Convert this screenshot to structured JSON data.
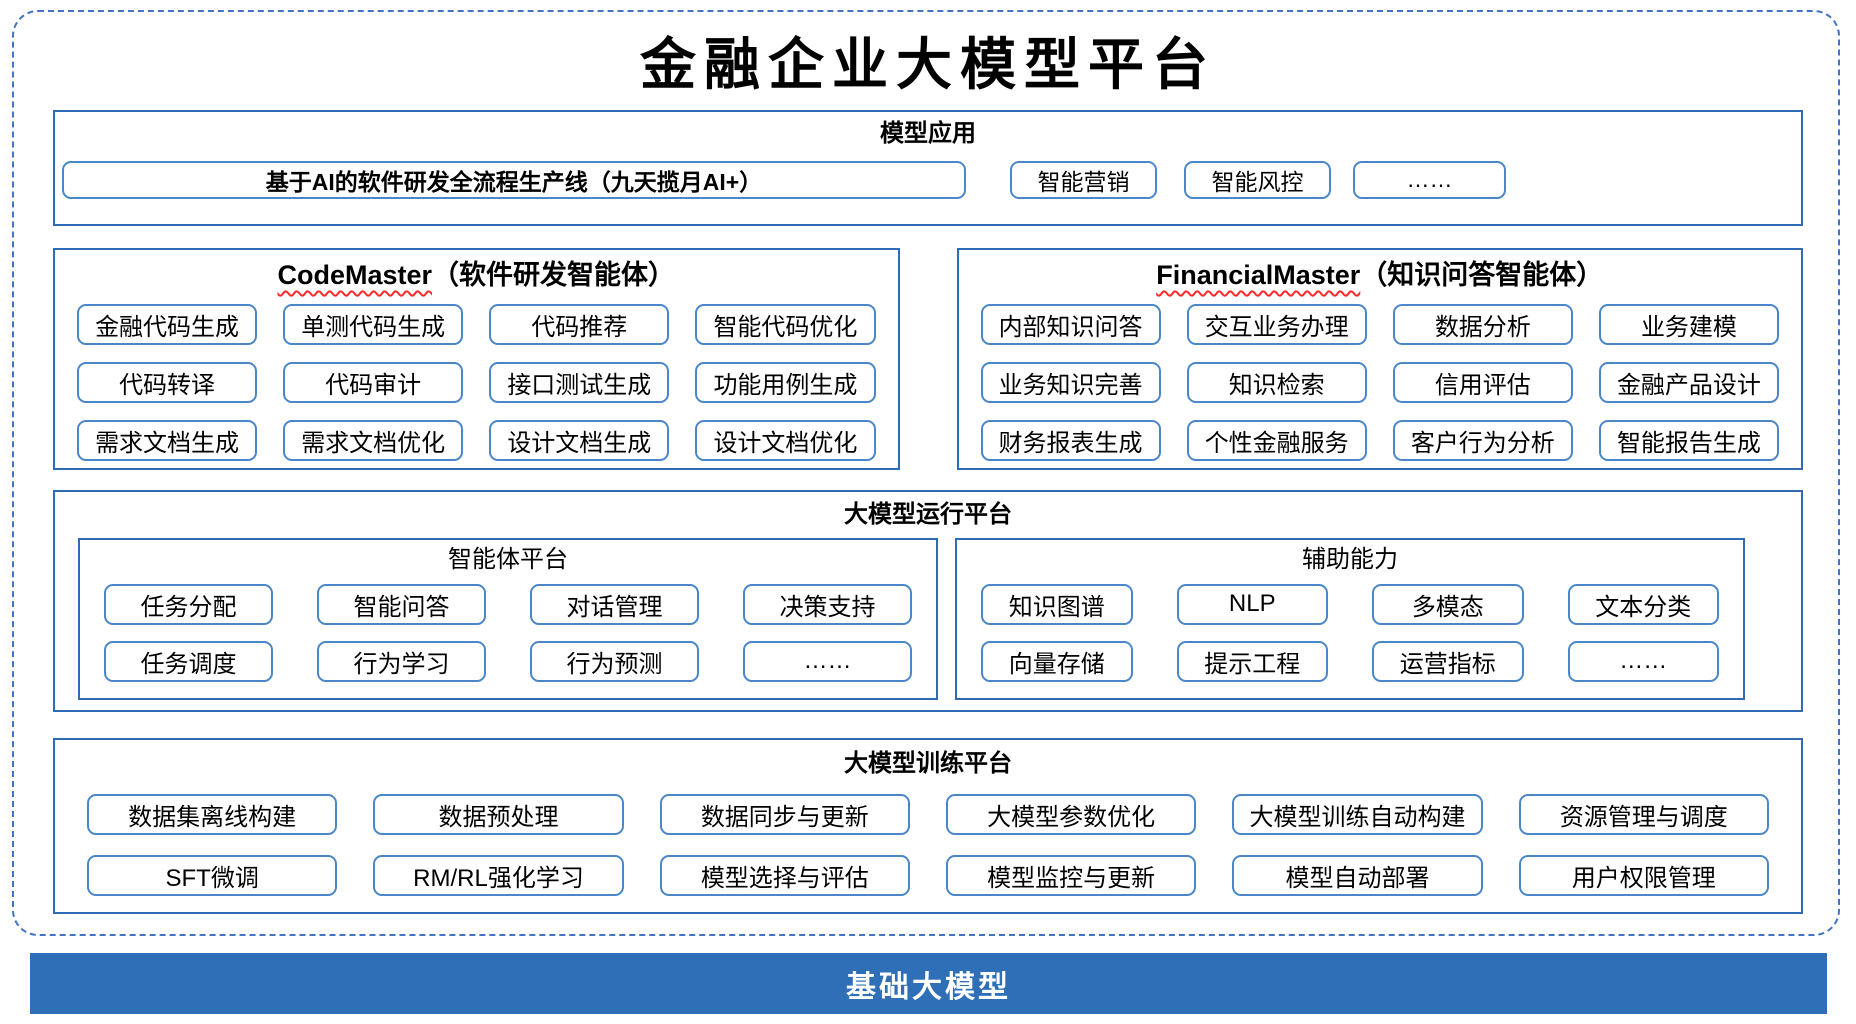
{
  "title": "金融企业大模型平台",
  "apps": {
    "header": "模型应用",
    "pipeline": "基于AI的软件研发全流程生产线（九天揽月AI+）",
    "items": [
      "智能营销",
      "智能风控",
      "……"
    ]
  },
  "code_master": {
    "name": "CodeMaster",
    "suffix": "（软件研发智能体）",
    "items": [
      "金融代码生成",
      "单测代码生成",
      "代码推荐",
      "智能代码优化",
      "代码转译",
      "代码审计",
      "接口测试生成",
      "功能用例生成",
      "需求文档生成",
      "需求文档优化",
      "设计文档生成",
      "设计文档优化"
    ]
  },
  "financial_master": {
    "name": "FinancialMaster",
    "suffix": "（知识问答智能体）",
    "items": [
      "内部知识问答",
      "交互业务办理",
      "数据分析",
      "业务建模",
      "业务知识完善",
      "知识检索",
      "信用评估",
      "金融产品设计",
      "财务报表生成",
      "个性金融服务",
      "客户行为分析",
      "智能报告生成"
    ]
  },
  "runtime": {
    "header": "大模型运行平台",
    "agent": {
      "title": "智能体平台",
      "items": [
        "任务分配",
        "智能问答",
        "对话管理",
        "决策支持",
        "任务调度",
        "行为学习",
        "行为预测",
        "……"
      ]
    },
    "aux": {
      "title": "辅助能力",
      "items": [
        "知识图谱",
        "NLP",
        "多模态",
        "文本分类",
        "向量存储",
        "提示工程",
        "运营指标",
        "……"
      ]
    }
  },
  "training": {
    "header": "大模型训练平台",
    "items": [
      "数据集离线构建",
      "数据预处理",
      "数据同步与更新",
      "大模型参数优化",
      "大模型训练自动构建",
      "资源管理与调度",
      "SFT微调",
      "RM/RL强化学习",
      "模型选择与评估",
      "模型监控与更新",
      "模型自动部署",
      "用户权限管理"
    ]
  },
  "foundation": {
    "label": "基础大模型"
  },
  "colors": {
    "dashed_border": "#4472C4",
    "section_border": "#2E6DB5",
    "box_border": "#4A86C8",
    "foundation_bg": "#2E6FB7",
    "squiggle": "#FF2A2A"
  }
}
